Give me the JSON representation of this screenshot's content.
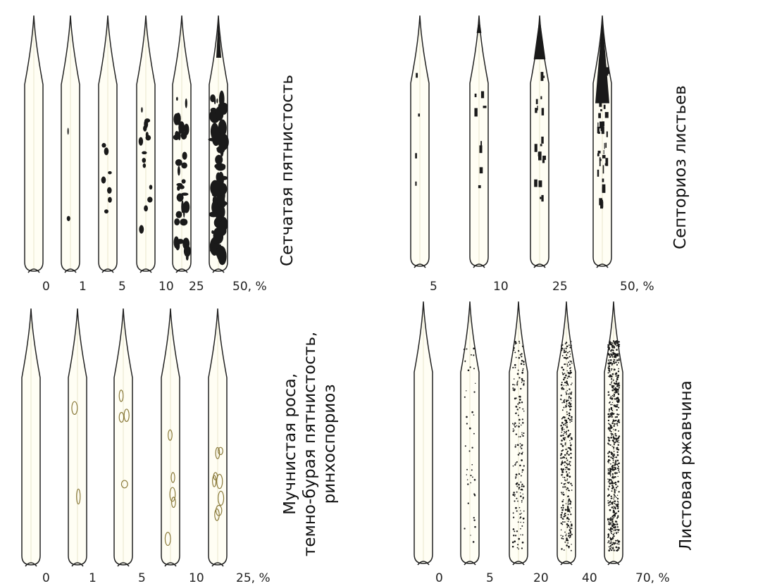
{
  "panels": [
    {
      "id": "net-blotch",
      "title_lines": [
        "Сетчатая пятнистость"
      ],
      "levels": [
        "0",
        "1",
        "5",
        "10",
        "25",
        "50, %"
      ],
      "severity_percent": [
        0,
        1,
        5,
        10,
        25,
        50
      ],
      "lesion_style": "dark blotches"
    },
    {
      "id": "septoria",
      "title_lines": [
        "Септориоз листьев"
      ],
      "levels": [
        "5",
        "10",
        "25",
        "50, %"
      ],
      "severity_percent": [
        5,
        10,
        25,
        50
      ],
      "lesion_style": "dark tip necrosis with streaks"
    },
    {
      "id": "powdery-mildew",
      "title_lines": [
        "Мучнистая роса,",
        "темно-бурая пятнистость,",
        "ринхоспориоз"
      ],
      "levels": [
        "0",
        "1",
        "5",
        "10",
        "25, %"
      ],
      "severity_percent": [
        0,
        1,
        5,
        10,
        25
      ],
      "lesion_style": "oval rings"
    },
    {
      "id": "leaf-rust",
      "title_lines": [
        "Листовая ржавчина"
      ],
      "levels": [
        "0",
        "5",
        "20",
        "40",
        "70, %"
      ],
      "severity_percent": [
        0,
        5,
        20,
        40,
        70
      ],
      "lesion_style": "stippled pustules"
    }
  ],
  "colors": {
    "ink": "#1a1a1a",
    "leaf_outline": "#222222",
    "leaf_fill": "#fffef4",
    "background": "#ffffff"
  }
}
